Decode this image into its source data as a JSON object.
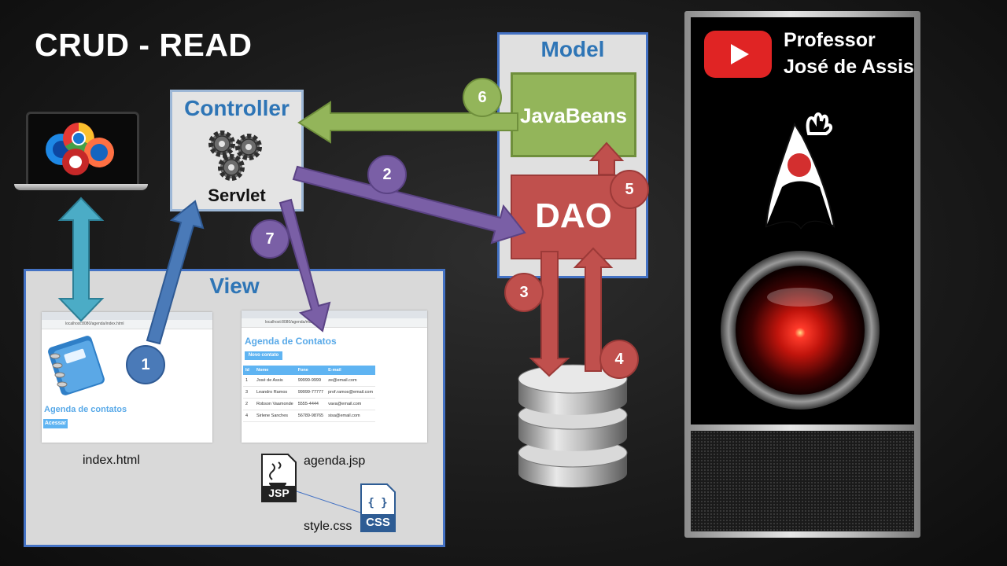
{
  "title": "CRUD - READ",
  "controller": {
    "label": "Controller",
    "component": "Servlet"
  },
  "model": {
    "label": "Model",
    "javabeans": "JavaBeans",
    "dao": "DAO"
  },
  "view": {
    "label": "View"
  },
  "steps": [
    "1",
    "2",
    "3",
    "4",
    "5",
    "6",
    "7"
  ],
  "screen_index": {
    "url": "localhost:8080/agenda/index.html",
    "heading": "Agenda de contatos",
    "button": "Acessar",
    "file": "index.html"
  },
  "screen_agenda": {
    "url": "localhost:8080/agenda/main",
    "heading": "Agenda de Contatos",
    "button": "Novo contato",
    "columns": [
      "Id",
      "Nome",
      "Fone",
      "E-mail"
    ],
    "rows": [
      [
        "1",
        "José de Assis",
        "99999-9999",
        "ze@email.com"
      ],
      [
        "3",
        "Leandro Ramos",
        "99999-77777",
        "prof.ramos@email.com"
      ],
      [
        "2",
        "Robson Vaamonde",
        "5555-4444",
        "vava@email.com"
      ],
      [
        "4",
        "Sirlene Sanches",
        "56789-98765",
        "sisa@email.com"
      ]
    ],
    "file": "agenda.jsp"
  },
  "files": {
    "jsp_badge": "JSP",
    "css_badge": "CSS",
    "css_file": "style.css"
  },
  "channel": {
    "line1": "Professor",
    "line2": "José de Assis"
  },
  "colors": {
    "blue": "#4a7ab8",
    "purple": "#7a5fa6",
    "green": "#93b55a",
    "red": "#c0504d",
    "teal": "#4bacc6",
    "label_blue": "#2e75b6"
  }
}
